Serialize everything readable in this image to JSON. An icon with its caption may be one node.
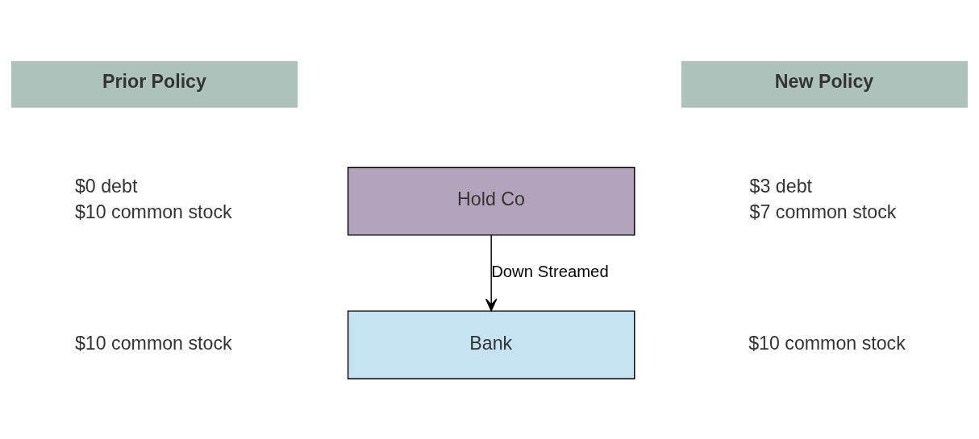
{
  "diagram": {
    "nodes": [
      {
        "text": [
          "Prior Policy"
        ]
      },
      {
        "text": [
          "New Policy"
        ]
      },
      {
        "text": [
          "Hold Co"
        ]
      },
      {
        "text": [
          "Bank"
        ]
      }
    ],
    "edges": [
      {
        "from": 2,
        "to": 3,
        "arrow": "to",
        "label": "Down Streamed"
      }
    ],
    "labels": [
      "$0 debt",
      "$10 common stock",
      "$3 debt",
      "$7 common stock",
      "$10 common stock",
      "$10 common stock"
    ]
  }
}
